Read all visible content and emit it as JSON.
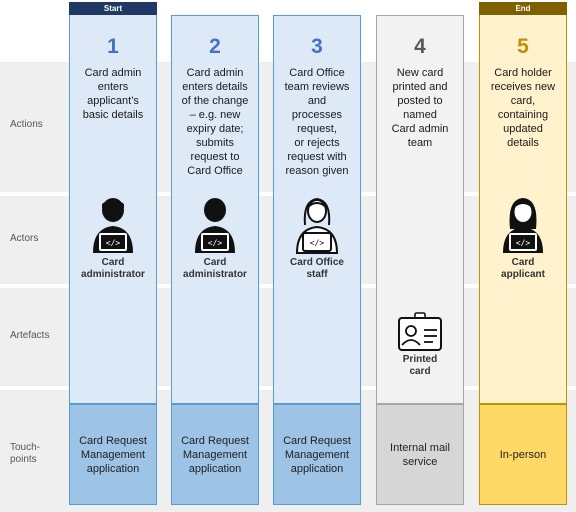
{
  "rows": [
    {
      "key": "actions",
      "label": "Actions"
    },
    {
      "key": "actors",
      "label": "Actors"
    },
    {
      "key": "artefacts",
      "label": "Artefacts"
    },
    {
      "key": "touchpoints",
      "label": "Touch-\npoints"
    }
  ],
  "headers": {
    "start": "Start",
    "end": "End"
  },
  "steps": [
    {
      "number": "1",
      "action": "Card admin\nenters\napplicant’s\nbasic details",
      "actor_label": "Card\nadministrator",
      "actor_icon": "person-laptop-icon",
      "touchpoint": "Card Request\nManagement\napplication"
    },
    {
      "number": "2",
      "action": "Card admin\nenters details\nof the change\n– e.g. new\nexpiry date;\nsubmits\nrequest to\nCard Office",
      "actor_label": "Card\nadministrator",
      "actor_icon": "person-laptop-icon",
      "touchpoint": "Card Request\nManagement\napplication"
    },
    {
      "number": "3",
      "action": "Card Office\nteam reviews\nand\nprocesses\nrequest,\nor rejects\nrequest with\nreason given",
      "actor_label": "Card Office\nstaff",
      "actor_icon": "person-laptop-outline-icon",
      "touchpoint": "Card Request\nManagement\napplication"
    },
    {
      "number": "4",
      "action": "New card\nprinted and\nposted to\nnamed\nCard admin\nteam",
      "artefact_label": "Printed\ncard",
      "artefact_icon": "id-card-icon",
      "touchpoint": "Internal mail\nservice"
    },
    {
      "number": "5",
      "action": "Card holder\nreceives new\ncard,\ncontaining\nupdated\ndetails",
      "actor_label": "Card\napplicant",
      "actor_icon": "person-laptop-icon",
      "touchpoint": "In-person"
    }
  ],
  "colors": {
    "band": "#efefef",
    "blue_column": "#dde9f7",
    "blue_touchpoint": "#9dc3e6",
    "blue_border": "#5b9bd5",
    "grey_column": "#f2f2f2",
    "grey_touchpoint": "#d6d6d6",
    "gold_column": "#fff2cc",
    "gold_touchpoint": "#ffd966",
    "gold_border": "#bf9000",
    "number": "#4472c4",
    "number_grey": "#595959",
    "number_gold": "#bf9000",
    "start_header": "#1f3864",
    "end_header": "#7f6000"
  }
}
